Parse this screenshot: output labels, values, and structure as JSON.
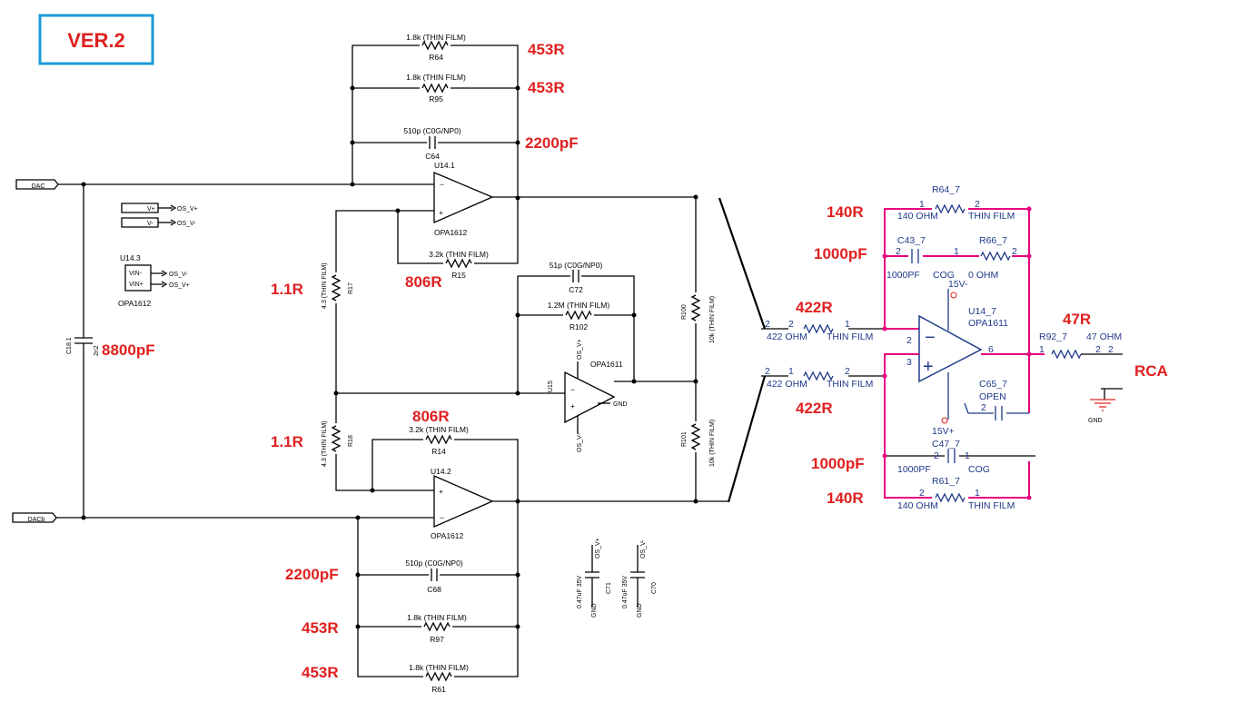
{
  "title": "VER.2",
  "nets": {
    "dac": "DAC",
    "dacb": "DACb",
    "vplus": "V+",
    "vminus": "V-",
    "os_vplus": "OS_V+",
    "os_vminus": "OS_V-",
    "gnd": "GND"
  },
  "left": {
    "r64": {
      "value": "1.8k (THIN FILM)",
      "ref": "R64",
      "note": "453R"
    },
    "r95": {
      "value": "1.8k (THIN FILM)",
      "ref": "R95",
      "note": "453R"
    },
    "c64": {
      "value": "510p (C0G/NP0)",
      "ref": "C64",
      "note": "2200pF"
    },
    "u141": {
      "ref": "U14.1",
      "part": "OPA1612"
    },
    "u142": {
      "ref": "U14.2",
      "part": "OPA1612"
    },
    "u143": {
      "ref": "U14.3",
      "part": "OPA1612",
      "pin_vin_minus": "VIN-",
      "pin_vin_plus": "VIN+"
    },
    "r15": {
      "value": "3.2k (THIN FILM)",
      "ref": "R15",
      "note": "806R"
    },
    "r14": {
      "value": "3.2k (THIN FILM)",
      "ref": "R14",
      "note": "806R"
    },
    "r17": {
      "value": "4.3 (THIN FILM)",
      "ref": "R17",
      "note": "1.1R"
    },
    "r18": {
      "value": "4.3 (THIN FILM)",
      "ref": "R18",
      "note": "1.1R"
    },
    "c72": {
      "value": "51p (C0G/NP0)",
      "ref": "C72"
    },
    "r102": {
      "value": "1.2M (THIN FILM)",
      "ref": "R102"
    },
    "u15": {
      "ref": "U15",
      "part": "OPA1611"
    },
    "r100": {
      "value": "10k (THIN FILM)",
      "ref": "R100"
    },
    "r101": {
      "value": "10k (THIN FILM)",
      "ref": "R101"
    },
    "c181": {
      "value": "2n2",
      "ref": "C18.1",
      "note": "8800pF"
    },
    "c68": {
      "value": "510p (C0G/NP0)",
      "ref": "C68",
      "note": "2200pF"
    },
    "r97": {
      "value": "1.8k (THIN FILM)",
      "ref": "R97",
      "note": "453R"
    },
    "r61": {
      "value": "1.8k (THIN FILM)",
      "ref": "R61",
      "note": "453R"
    },
    "c71": {
      "value": "0.47uF 35V",
      "ref": "C71"
    },
    "c70": {
      "value": "0.47uF 35V",
      "ref": "C70"
    }
  },
  "right": {
    "r64_7": {
      "ref": "R64_7",
      "value": "140 OHM",
      "type": "THIN FILM",
      "note": "140R"
    },
    "c43_7": {
      "ref": "C43_7",
      "value": "1000PF",
      "type": "COG",
      "note": "1000pF"
    },
    "r66_7": {
      "ref": "R66_7",
      "value": "0 OHM"
    },
    "r_in1": {
      "value": "422 OHM",
      "type": "THIN FILM",
      "note": "422R"
    },
    "r_in2": {
      "value": "422 OHM",
      "type": "THIN FILM",
      "note": "422R"
    },
    "u14_7": {
      "ref": "U14_7",
      "part": "OPA1611",
      "vneg": "15V-",
      "vpos": "15V+"
    },
    "r92_7": {
      "ref": "R92_7",
      "value": "47 OHM",
      "note": "47R"
    },
    "c65_7": {
      "ref": "C65_7",
      "value": "OPEN"
    },
    "c47_7": {
      "ref": "C47_7",
      "value": "1000PF",
      "type": "COG",
      "note": "1000pF"
    },
    "r61_7": {
      "ref": "R61_7",
      "value": "140 OHM",
      "type": "THIN FILM",
      "note": "140R"
    },
    "output": "RCA"
  }
}
